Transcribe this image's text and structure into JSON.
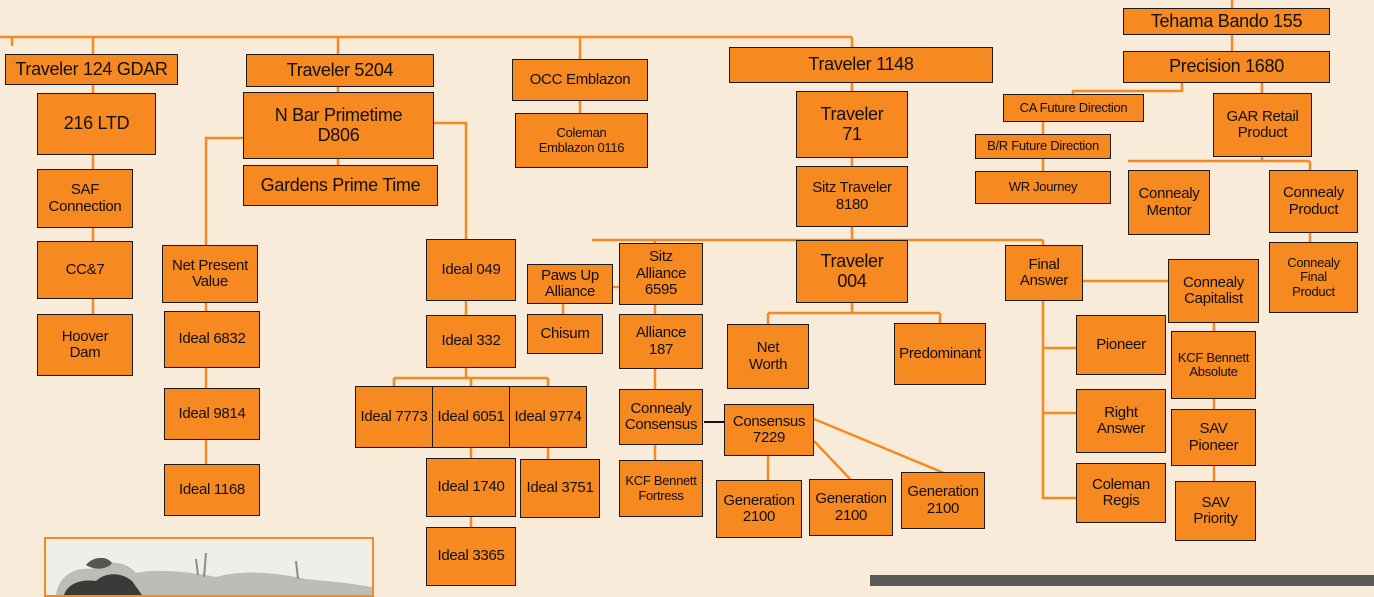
{
  "colors": {
    "background": "#f8ebda",
    "node_fill": "#f6891f",
    "connector": "#f6891f",
    "node_border": "#1a1a1a"
  },
  "nodes": {
    "tehama": "Tehama Bando 155",
    "precision": "Precision 1680",
    "ca_future": "CA Future Direction",
    "br_future": "B/R Future Direction",
    "wr_journey": "WR Journey",
    "gar_retail": "GAR Retail\nProduct",
    "connealy_mentor": "Connealy\nMentor",
    "connealy_product": "Connealy\nProduct",
    "connealy_final_product": "Connealy\nFinal\nProduct",
    "t124": "Traveler 124 GDAR",
    "ltd216": "216 LTD",
    "saf": "SAF\nConnection",
    "cc7": "CC&7",
    "hoover": "Hoover\nDam",
    "t5204": "Traveler 5204",
    "nbar": "N Bar Primetime\nD806",
    "gardens": "Gardens Prime Time",
    "npv": "Net Present\nValue",
    "i6832": "Ideal 6832",
    "i9814": "Ideal 9814",
    "i1168": "Ideal 1168",
    "i049": "Ideal 049",
    "i332": "Ideal 332",
    "i7773": "Ideal 7773",
    "i6051": "Ideal 6051",
    "i9774": "Ideal 9774",
    "i1740": "Ideal 1740",
    "i3751": "Ideal 3751",
    "i3365": "Ideal 3365",
    "occ": "OCC Emblazon",
    "coleman_emb": "Coleman\nEmblazon 0116",
    "t1148": "Traveler 1148",
    "t71": "Traveler\n71",
    "sitz8180": "Sitz Traveler\n8180",
    "pawsup": "Paws Up\nAlliance",
    "chisum": "Chisum",
    "sitz6595": "Sitz\nAlliance\n6595",
    "alliance187": "Alliance\n187",
    "connealy_consensus": "Connealy\nConsensus",
    "kcf_fortress": "KCF Bennett\nFortress",
    "consensus7229": "Consensus\n7229",
    "gen1": "Generation\n2100",
    "gen2": "Generation\n2100",
    "gen3": "Generation\n2100",
    "t004": "Traveler\n004",
    "net_worth": "Net\nWorth",
    "predominant": "Predominant",
    "final_answer": "Final\nAnswer",
    "pioneer": "Pioneer",
    "right_answer": "Right\nAnswer",
    "coleman_regis": "Coleman\nRegis",
    "connealy_capitalist": "Connealy\nCapitalist",
    "kcf_absolute": "KCF Bennett\nAbsolute",
    "sav_pioneer": "SAV\nPioneer",
    "sav_priority": "SAV\nPriority"
  }
}
